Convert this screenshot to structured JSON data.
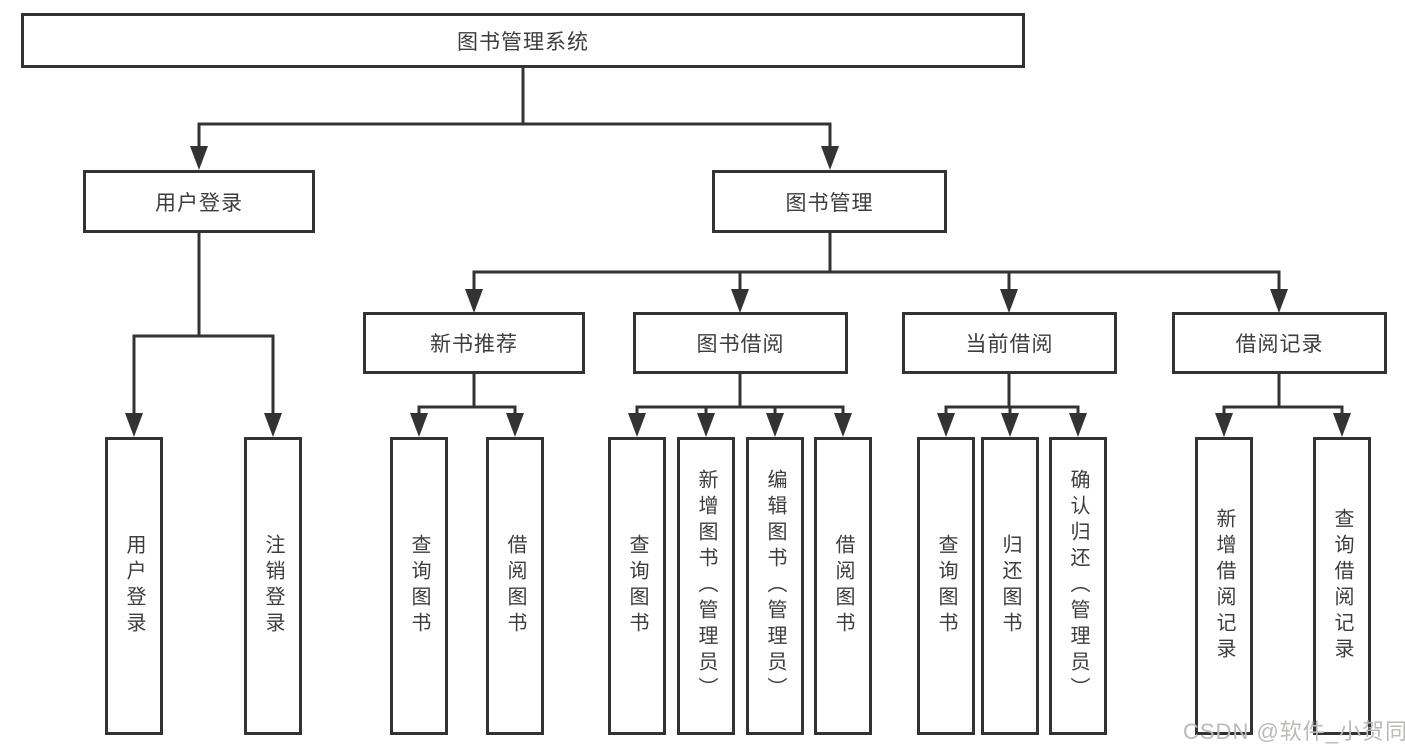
{
  "diagram": {
    "root": "图书管理系统",
    "user_login_branch": {
      "label": "用户登录",
      "children": [
        "用户登录",
        "注销登录"
      ]
    },
    "book_mgmt_branch": {
      "label": "图书管理",
      "groups": [
        {
          "label": "新书推荐",
          "children": [
            "查询图书",
            "借阅图书"
          ]
        },
        {
          "label": "图书借阅",
          "children": [
            "查询图书",
            "新增图书（管理员）",
            "编辑图书（管理员）",
            "借阅图书"
          ]
        },
        {
          "label": "当前借阅",
          "children": [
            "查询图书",
            "归还图书",
            "确认归还（管理员）"
          ]
        },
        {
          "label": "借阅记录",
          "children": [
            "新增借阅记录",
            "查询借阅记录"
          ]
        }
      ]
    }
  },
  "watermark": "CSDN @软件_小贺同学",
  "colors": {
    "line": "#333333",
    "text": "#3d3d3d",
    "watermark": "#bdb9b6",
    "bg": "#ffffff"
  }
}
